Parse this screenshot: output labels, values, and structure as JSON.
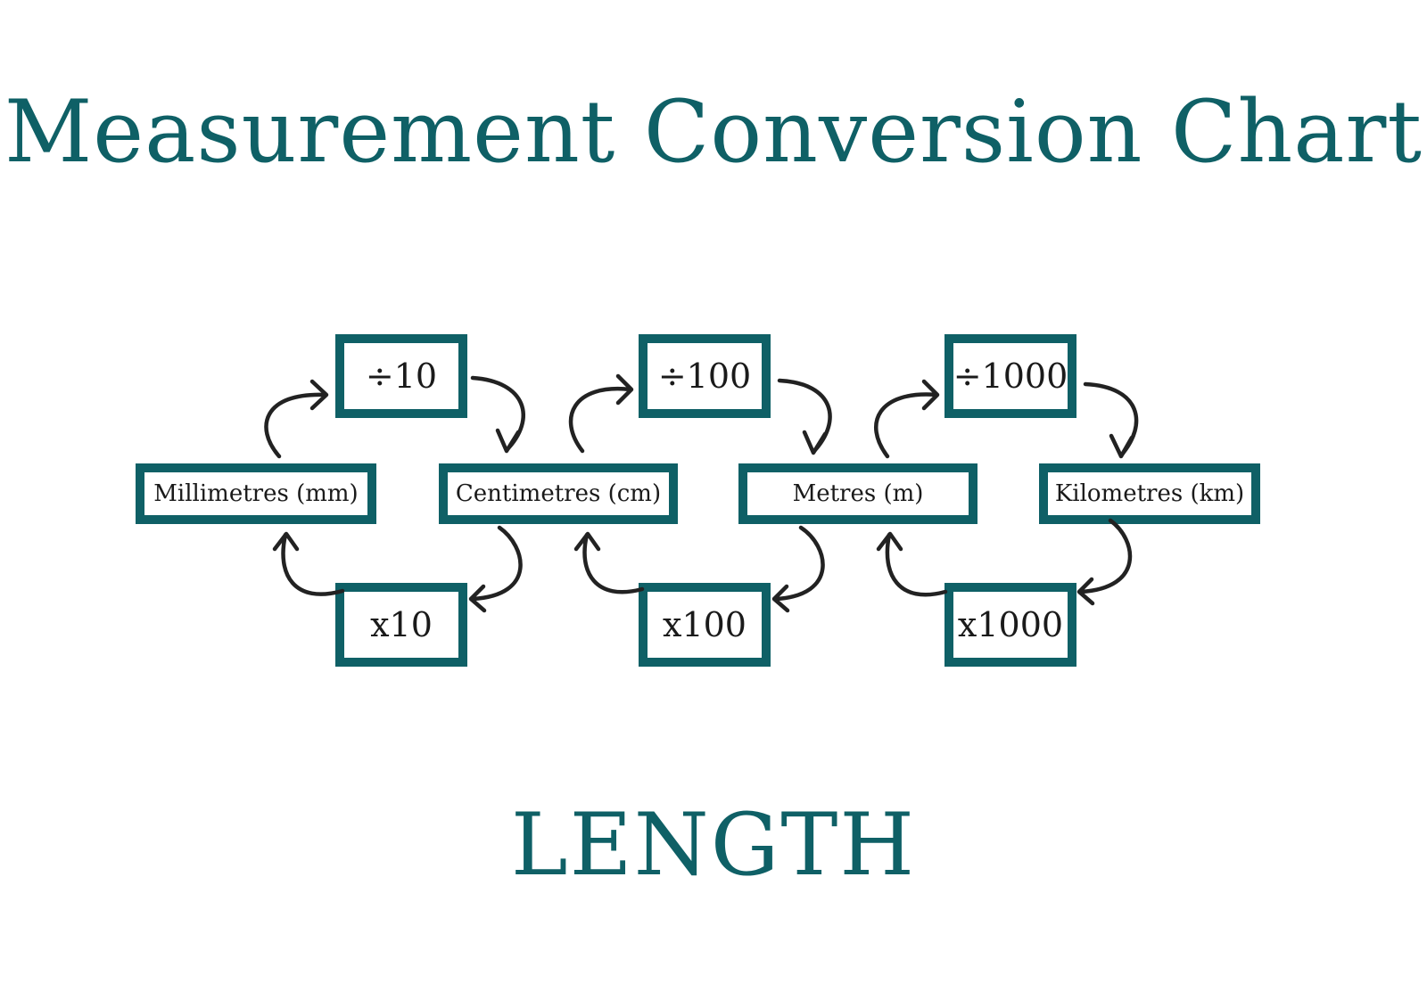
{
  "title": "Measurement Conversion Chart",
  "subtitle": "LENGTH",
  "units": [
    {
      "label": "Millimetres (mm)"
    },
    {
      "label": "Centimetres (cm)"
    },
    {
      "label": "Metres (m)"
    },
    {
      "label": "Kilometres (km)"
    }
  ],
  "divide_ops": [
    {
      "label": "÷10"
    },
    {
      "label": "÷100"
    },
    {
      "label": "÷1000"
    }
  ],
  "multiply_ops": [
    {
      "label": "x10"
    },
    {
      "label": "x100"
    },
    {
      "label": "x1000"
    }
  ],
  "colors": {
    "accent": "#0f6066",
    "arrow": "#222222",
    "text": "#1a1a1a"
  }
}
